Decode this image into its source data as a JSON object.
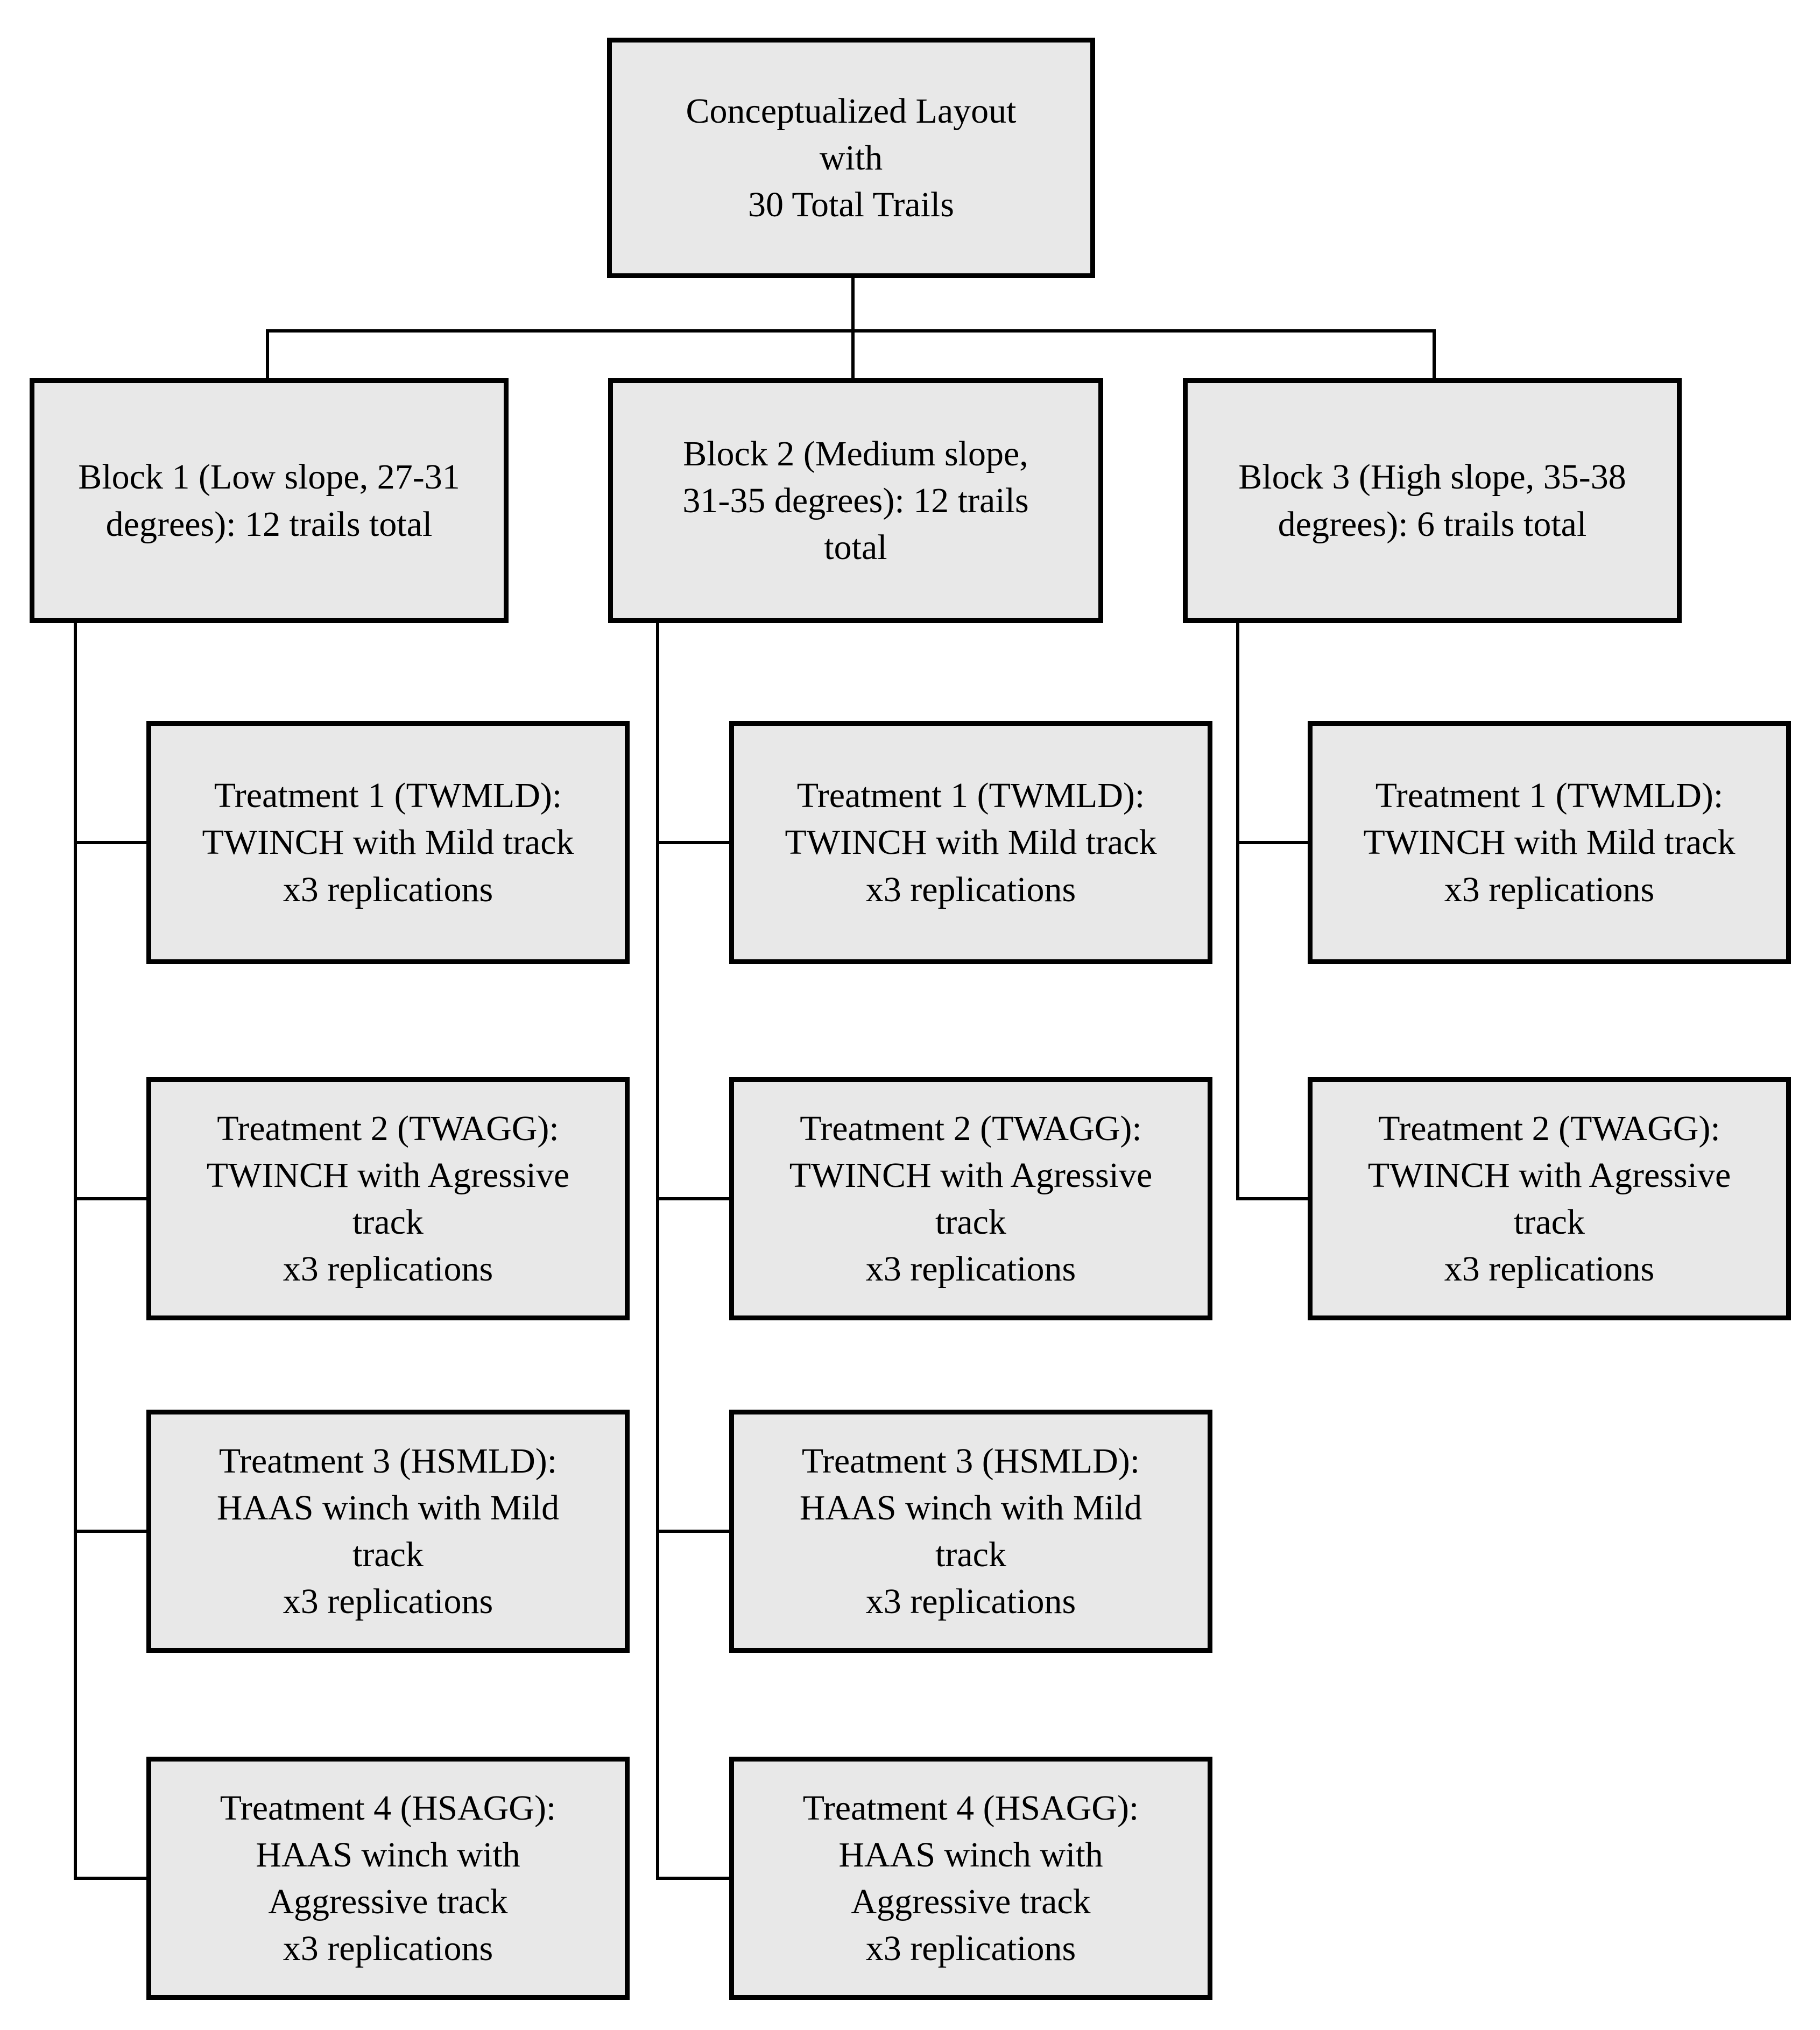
{
  "diagram": {
    "root": {
      "label": "Conceptualized Layout\nwith\n30 Total Trails"
    },
    "blocks": [
      {
        "label": "Block 1 (Low slope, 27-31\ndegrees): 12 trails total"
      },
      {
        "label": "Block 2 (Medium slope,\n31-35 degrees): 12 trails\ntotal"
      },
      {
        "label": "Block 3 (High slope, 35-38\ndegrees): 6 trails total"
      }
    ],
    "treatments": {
      "t1": {
        "label": "Treatment 1 (TWMLD):\nTWINCH with Mild track\nx3 replications"
      },
      "t2": {
        "label": "Treatment 2 (TWAGG):\nTWINCH with Agressive\ntrack\nx3 replications"
      },
      "t3": {
        "label": "Treatment 3 (HSMLD):\nHAAS winch with Mild\ntrack\nx3 replications"
      },
      "t4": {
        "label": "Treatment 4 (HSAGG):\nHAAS winch with\nAggressive track\nx3 replications"
      }
    },
    "columns": [
      {
        "block_index": 0,
        "treatment_keys": [
          "t1",
          "t2",
          "t3",
          "t4"
        ]
      },
      {
        "block_index": 1,
        "treatment_keys": [
          "t1",
          "t2",
          "t3",
          "t4"
        ]
      },
      {
        "block_index": 2,
        "treatment_keys": [
          "t1",
          "t2"
        ]
      }
    ],
    "colors": {
      "box_fill": "#e8e8e8",
      "box_border": "#000000",
      "connector": "#000000",
      "background": "#ffffff",
      "text": "#000000"
    }
  }
}
